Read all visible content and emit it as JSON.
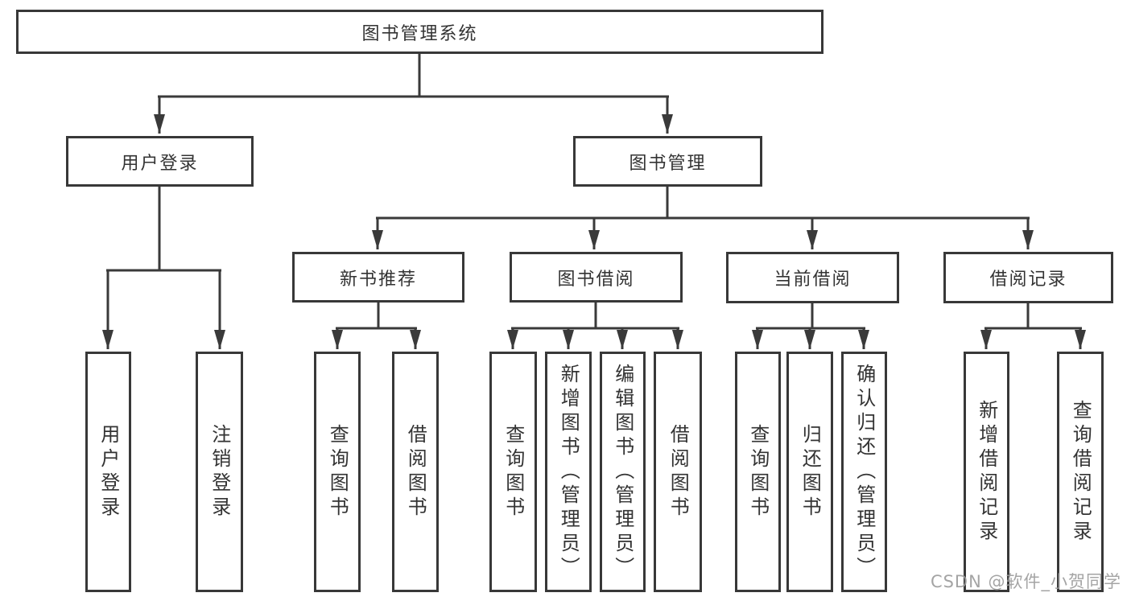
{
  "diagram_title": "图书管理系统",
  "watermark": "CSDN @软件_小贺同学",
  "colors": {
    "line": "#3a3a3a",
    "border": "#383838",
    "text": "#333333",
    "watermark": "#9b9b9b",
    "background": "#ffffff"
  },
  "nodes": {
    "root": "图书管理系统",
    "login": "用户登录",
    "mgmt": "图书管理",
    "rec": "新书推荐",
    "borrow": "图书借阅",
    "current": "当前借阅",
    "record": "借阅记录",
    "login_user": "用户登录",
    "login_logout": "注销登录",
    "rec_query": "查询图书",
    "rec_borrow": "借阅图书",
    "borrow_query": "查询图书",
    "borrow_add": "新增图书（管理员）",
    "borrow_edit": "编辑图书（管理员）",
    "borrow_borrow": "借阅图书",
    "cur_query": "查询图书",
    "cur_return": "归还图书",
    "cur_confirm": "确认归还（管理员）",
    "record_add": "新增借阅记录",
    "record_query": "查询借阅记录"
  },
  "hierarchy": {
    "label": "图书管理系统",
    "children": [
      {
        "label": "用户登录",
        "children": [
          {
            "label": "用户登录"
          },
          {
            "label": "注销登录"
          }
        ]
      },
      {
        "label": "图书管理",
        "children": [
          {
            "label": "新书推荐",
            "children": [
              {
                "label": "查询图书"
              },
              {
                "label": "借阅图书"
              }
            ]
          },
          {
            "label": "图书借阅",
            "children": [
              {
                "label": "查询图书"
              },
              {
                "label": "新增图书（管理员）"
              },
              {
                "label": "编辑图书（管理员）"
              },
              {
                "label": "借阅图书"
              }
            ]
          },
          {
            "label": "当前借阅",
            "children": [
              {
                "label": "查询图书"
              },
              {
                "label": "归还图书"
              },
              {
                "label": "确认归还（管理员）"
              }
            ]
          },
          {
            "label": "借阅记录",
            "children": [
              {
                "label": "新增借阅记录"
              },
              {
                "label": "查询借阅记录"
              }
            ]
          }
        ]
      }
    ]
  }
}
